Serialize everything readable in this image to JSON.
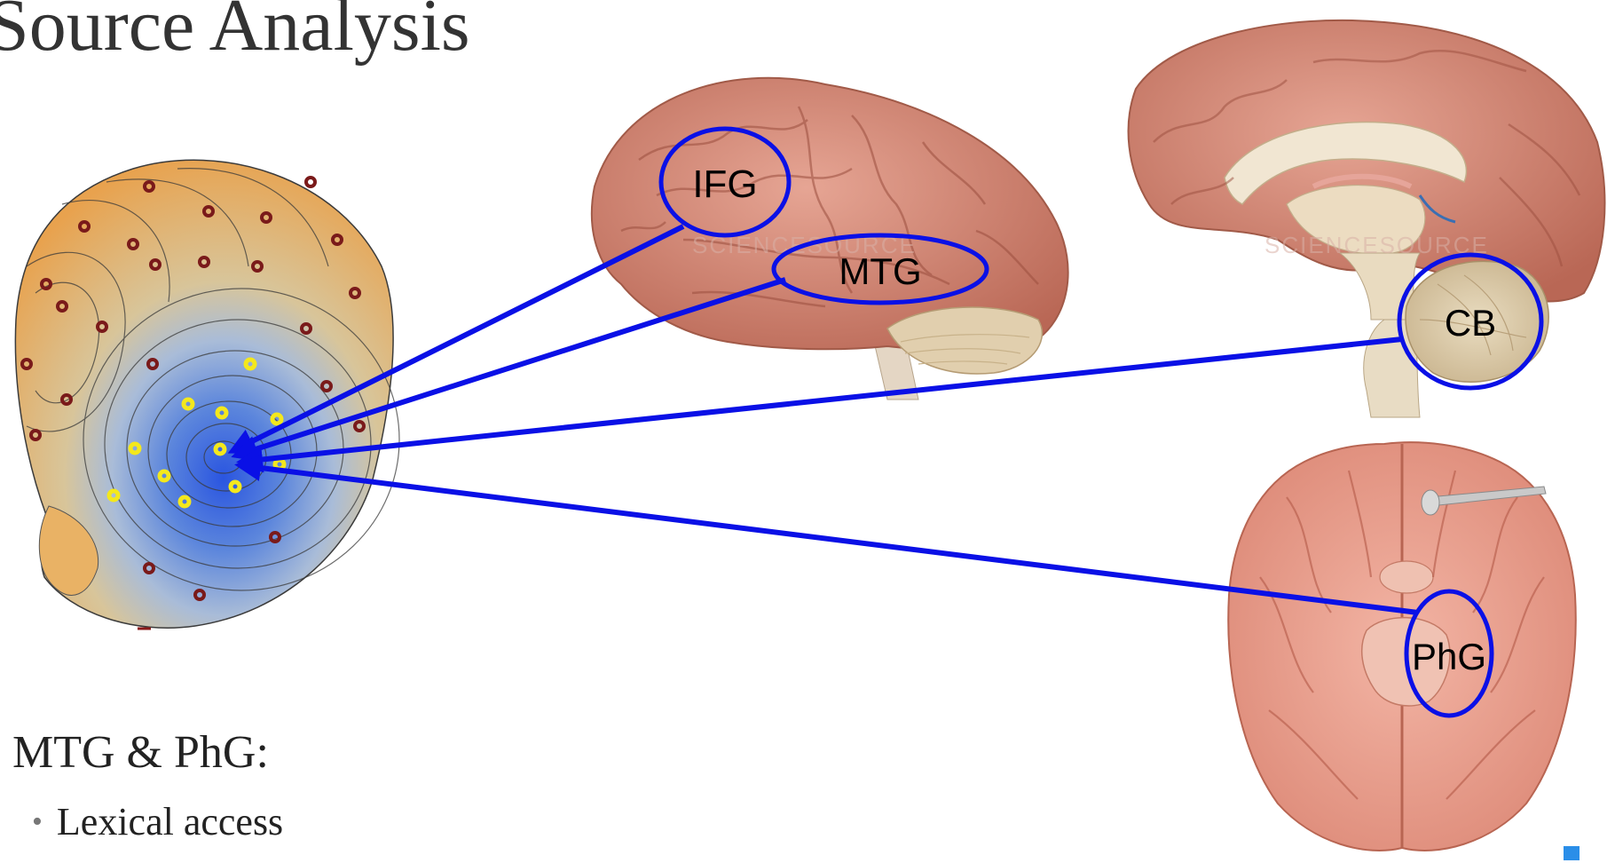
{
  "slide": {
    "title": "Source Analysis",
    "heading": "MTG & PhG:",
    "bullets": [
      "Lexical access"
    ]
  },
  "regions": [
    {
      "id": "ifg",
      "label": "IFG"
    },
    {
      "id": "mtg",
      "label": "MTG"
    },
    {
      "id": "cb",
      "label": "CB"
    },
    {
      "id": "phg",
      "label": "PhG"
    }
  ],
  "watermark": "SCIENCESOURCE",
  "colors": {
    "arrow": "#0a10e6",
    "brain": "#d68a79",
    "scalp_warm": "#e0a050",
    "scalp_cool": "#3f6fe0",
    "electrode_red": "#7a1a1a",
    "electrode_yellow": "#f4e81c"
  }
}
